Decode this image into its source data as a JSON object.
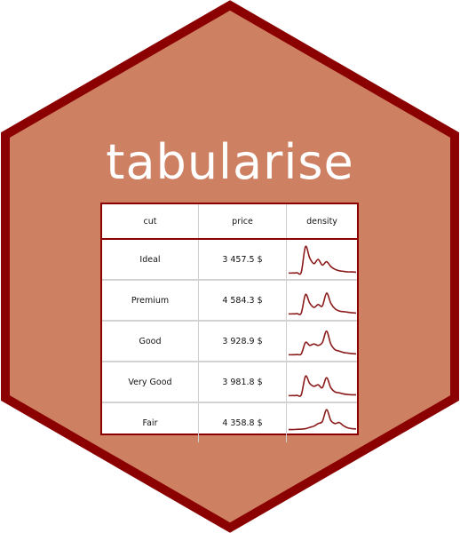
{
  "title": "tabularise",
  "colors": {
    "hex_fill": "#cd8062",
    "hex_border": "#8b0000",
    "line": "#8b1a1a"
  },
  "table": {
    "headers": [
      "cut",
      "price",
      "density"
    ],
    "rows": [
      {
        "cut": "Ideal",
        "price": "3 457.5 $",
        "density_shape": [
          0.02,
          0.02,
          0.03,
          0.05,
          0.95,
          0.55,
          0.35,
          0.5,
          0.3,
          0.42,
          0.25,
          0.15,
          0.1,
          0.08,
          0.06,
          0.06,
          0.05
        ]
      },
      {
        "cut": "Premium",
        "price": "4 584.3 $",
        "density_shape": [
          0.02,
          0.02,
          0.03,
          0.05,
          0.7,
          0.4,
          0.25,
          0.35,
          0.3,
          0.75,
          0.4,
          0.2,
          0.12,
          0.1,
          0.08,
          0.06,
          0.05
        ]
      },
      {
        "cut": "Good",
        "price": "3 928.9 $",
        "density_shape": [
          0.02,
          0.02,
          0.03,
          0.05,
          0.45,
          0.35,
          0.4,
          0.35,
          0.45,
          0.85,
          0.4,
          0.2,
          0.15,
          0.1,
          0.08,
          0.06,
          0.05
        ]
      },
      {
        "cut": "Very Good",
        "price": "3 981.8 $",
        "density_shape": [
          0.02,
          0.02,
          0.03,
          0.05,
          0.7,
          0.45,
          0.35,
          0.4,
          0.3,
          0.65,
          0.3,
          0.15,
          0.12,
          0.08,
          0.06,
          0.05,
          0.05
        ]
      },
      {
        "cut": "Fair",
        "price": "4 358.8 $",
        "density_shape": [
          0.02,
          0.02,
          0.03,
          0.04,
          0.06,
          0.12,
          0.18,
          0.3,
          0.4,
          0.95,
          0.45,
          0.3,
          0.35,
          0.2,
          0.1,
          0.06,
          0.05
        ]
      }
    ]
  }
}
